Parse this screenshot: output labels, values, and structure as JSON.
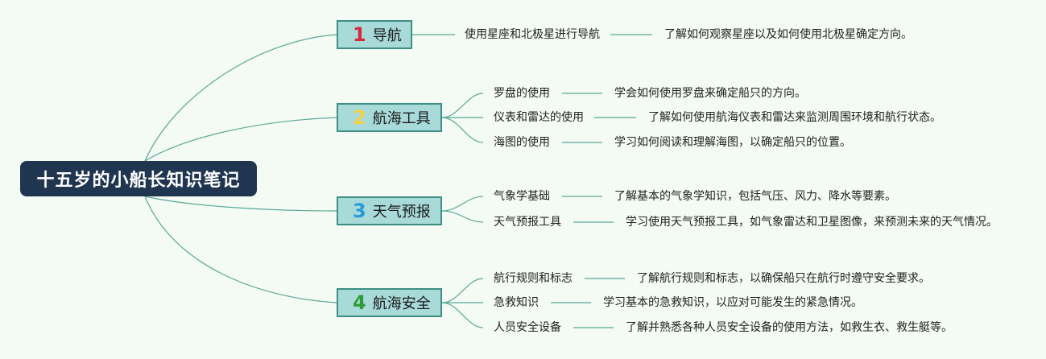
{
  "root": {
    "title": "十五岁的小船长知识笔记"
  },
  "colors": {
    "num1": "#d42a3c",
    "num2": "#f2d04b",
    "num3": "#2a9bd6",
    "num4": "#2e9b3a"
  },
  "topics": [
    {
      "num": "1",
      "label": "导航",
      "items": [
        {
          "label": "使用星座和北极星进行导航",
          "desc": "了解如何观察星座以及如何使用北极星确定方向。"
        }
      ]
    },
    {
      "num": "2",
      "label": "航海工具",
      "items": [
        {
          "label": "罗盘的使用",
          "desc": "学会如何使用罗盘来确定船只的方向。"
        },
        {
          "label": "仪表和雷达的使用",
          "desc": "了解如何使用航海仪表和雷达来监测周围环境和航行状态。"
        },
        {
          "label": "海图的使用",
          "desc": "学习如何阅读和理解海图，以确定船只的位置。"
        }
      ]
    },
    {
      "num": "3",
      "label": "天气预报",
      "items": [
        {
          "label": "气象学基础",
          "desc": "了解基本的气象学知识，包括气压、风力、降水等要素。"
        },
        {
          "label": "天气预报工具",
          "desc": "学习使用天气预报工具，如气象雷达和卫星图像，来预测未来的天气情况。"
        }
      ]
    },
    {
      "num": "4",
      "label": "航海安全",
      "items": [
        {
          "label": "航行规则和标志",
          "desc": "了解航行规则和标志，以确保船只在航行时遵守安全要求。"
        },
        {
          "label": "急救知识",
          "desc": "学习基本的急救知识，以应对可能发生的紧急情况。"
        },
        {
          "label": "人员安全设备",
          "desc": "了解并熟悉各种人员安全设备的使用方法，如救生衣、救生艇等。"
        }
      ]
    }
  ]
}
